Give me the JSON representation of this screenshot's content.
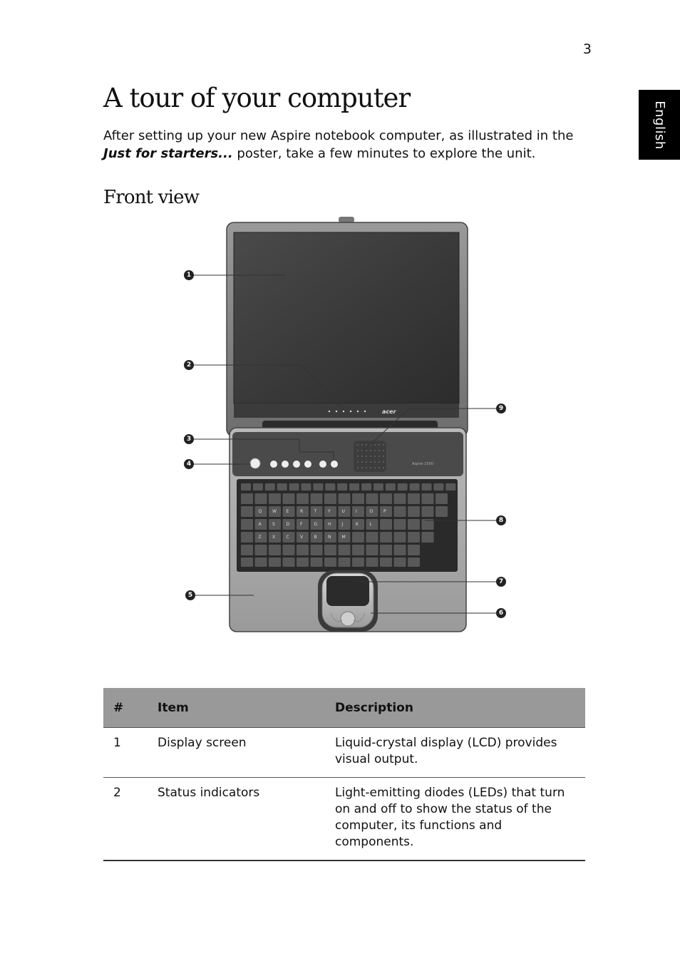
{
  "page": {
    "number": "3",
    "language_tab": "English"
  },
  "header": {
    "title": "A tour of your computer",
    "intro_before": "After setting up your new Aspire notebook computer, as illustrated in the ",
    "intro_emphasis": "Just for starters...",
    "intro_after": " poster, take a few minutes to explore the unit."
  },
  "section": {
    "heading": "Front view"
  },
  "figure": {
    "callouts": [
      "1",
      "2",
      "3",
      "4",
      "5",
      "6",
      "7",
      "8",
      "9"
    ],
    "bezel_brand": "acer",
    "palmrest_model": "Aspire 1500",
    "keyboard_labels": [
      "Q",
      "W",
      "E",
      "R",
      "T",
      "Y",
      "U",
      "I",
      "O",
      "P",
      "A",
      "S",
      "D",
      "F",
      "G",
      "H",
      "J",
      "K",
      "L",
      "Z",
      "X",
      "C",
      "V",
      "B",
      "N",
      "M"
    ]
  },
  "table": {
    "headers": [
      "#",
      "Item",
      "Description"
    ],
    "rows": [
      {
        "num": "1",
        "item": "Display screen",
        "description": "Liquid-crystal display (LCD) provides visual output."
      },
      {
        "num": "2",
        "item": "Status indicators",
        "description": "Light-emitting diodes (LEDs) that turn on and off to show the status of the computer, its functions and components."
      }
    ]
  },
  "colors": {
    "table_header_bg": "#999999",
    "tab_bg": "#000000",
    "screen": "#3a3a3a"
  }
}
